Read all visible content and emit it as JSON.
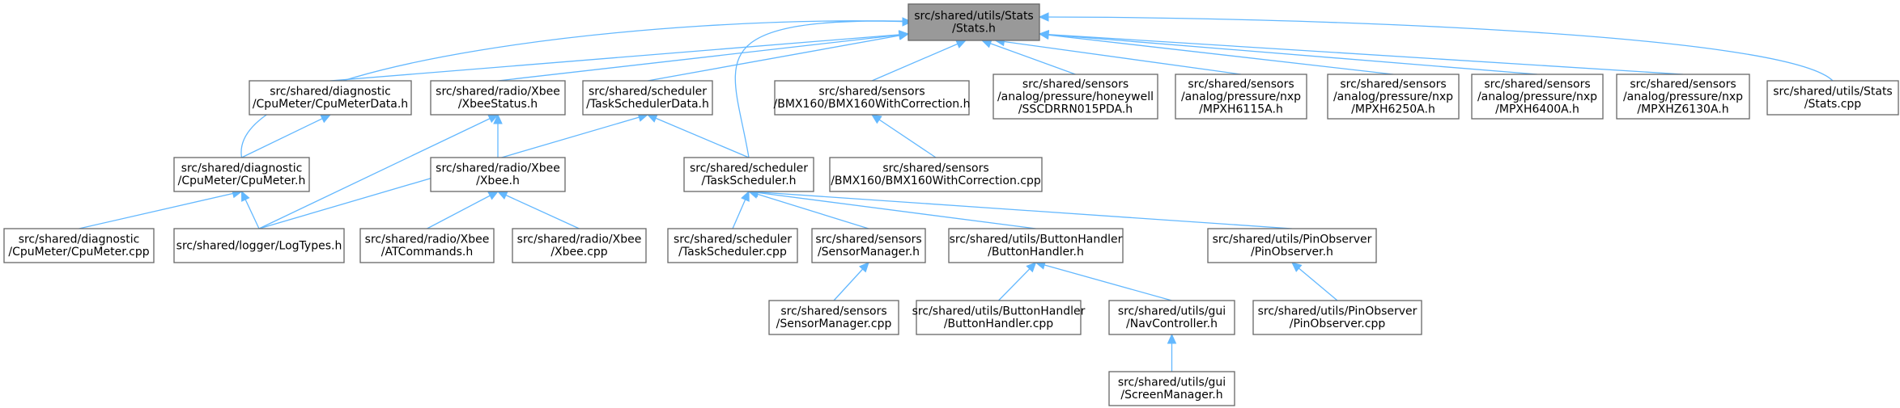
{
  "graph": {
    "root": "stats_h",
    "nodes": [
      {
        "id": "stats_h",
        "lines": [
          "src/shared/utils/Stats",
          "/Stats.h"
        ],
        "root": true
      },
      {
        "id": "cpumeterdata_h",
        "lines": [
          "src/shared/diagnostic",
          "/CpuMeter/CpuMeterData.h"
        ]
      },
      {
        "id": "xbeestatus_h",
        "lines": [
          "src/shared/radio/Xbee",
          "/XbeeStatus.h"
        ]
      },
      {
        "id": "taskschedulerdata_h",
        "lines": [
          "src/shared/scheduler",
          "/TaskSchedulerData.h"
        ]
      },
      {
        "id": "bmx160wc_h",
        "lines": [
          "src/shared/sensors",
          "/BMX160/BMX160WithCorrection.h"
        ]
      },
      {
        "id": "ssc_h",
        "lines": [
          "src/shared/sensors",
          "/analog/pressure/honeywell",
          "/SSCDRRN015PDA.h"
        ]
      },
      {
        "id": "mpxh6115a_h",
        "lines": [
          "src/shared/sensors",
          "/analog/pressure/nxp",
          "/MPXH6115A.h"
        ]
      },
      {
        "id": "mpxh6250a_h",
        "lines": [
          "src/shared/sensors",
          "/analog/pressure/nxp",
          "/MPXH6250A.h"
        ]
      },
      {
        "id": "mpxh6400a_h",
        "lines": [
          "src/shared/sensors",
          "/analog/pressure/nxp",
          "/MPXH6400A.h"
        ]
      },
      {
        "id": "mpxhz6130a_h",
        "lines": [
          "src/shared/sensors",
          "/analog/pressure/nxp",
          "/MPXHZ6130A.h"
        ]
      },
      {
        "id": "stats_cpp",
        "lines": [
          "src/shared/utils/Stats",
          "/Stats.cpp"
        ]
      },
      {
        "id": "cpumeter_h",
        "lines": [
          "src/shared/diagnostic",
          "/CpuMeter/CpuMeter.h"
        ]
      },
      {
        "id": "xbee_h",
        "lines": [
          "src/shared/radio/Xbee",
          "/Xbee.h"
        ]
      },
      {
        "id": "taskscheduler_h",
        "lines": [
          "src/shared/scheduler",
          "/TaskScheduler.h"
        ]
      },
      {
        "id": "bmx160wc_cpp",
        "lines": [
          "src/shared/sensors",
          "/BMX160/BMX160WithCorrection.cpp"
        ]
      },
      {
        "id": "cpumeter_cpp",
        "lines": [
          "src/shared/diagnostic",
          "/CpuMeter/CpuMeter.cpp"
        ]
      },
      {
        "id": "logtypes_h",
        "lines": [
          "src/shared/logger/LogTypes.h"
        ]
      },
      {
        "id": "atcommands_h",
        "lines": [
          "src/shared/radio/Xbee",
          "/ATCommands.h"
        ]
      },
      {
        "id": "xbee_cpp",
        "lines": [
          "src/shared/radio/Xbee",
          "/Xbee.cpp"
        ]
      },
      {
        "id": "taskscheduler_cpp",
        "lines": [
          "src/shared/scheduler",
          "/TaskScheduler.cpp"
        ]
      },
      {
        "id": "sensormanager_h",
        "lines": [
          "src/shared/sensors",
          "/SensorManager.h"
        ]
      },
      {
        "id": "buttonhandler_h",
        "lines": [
          "src/shared/utils/ButtonHandler",
          "/ButtonHandler.h"
        ]
      },
      {
        "id": "pinobserver_h",
        "lines": [
          "src/shared/utils/PinObserver",
          "/PinObserver.h"
        ]
      },
      {
        "id": "sensormanager_cpp",
        "lines": [
          "src/shared/sensors",
          "/SensorManager.cpp"
        ]
      },
      {
        "id": "buttonhandler_cpp",
        "lines": [
          "src/shared/utils/ButtonHandler",
          "/ButtonHandler.cpp"
        ]
      },
      {
        "id": "navcontroller_h",
        "lines": [
          "src/shared/utils/gui",
          "/NavController.h"
        ]
      },
      {
        "id": "pinobserver_cpp",
        "lines": [
          "src/shared/utils/PinObserver",
          "/PinObserver.cpp"
        ]
      },
      {
        "id": "screenmanager_h",
        "lines": [
          "src/shared/utils/gui",
          "/ScreenManager.h"
        ]
      }
    ],
    "edges": [
      {
        "from": "stats_h",
        "to": "cpumeter_h"
      },
      {
        "from": "stats_h",
        "to": "cpumeterdata_h"
      },
      {
        "from": "stats_h",
        "to": "xbeestatus_h"
      },
      {
        "from": "stats_h",
        "to": "taskschedulerdata_h"
      },
      {
        "from": "stats_h",
        "to": "taskscheduler_h"
      },
      {
        "from": "stats_h",
        "to": "bmx160wc_h"
      },
      {
        "from": "stats_h",
        "to": "ssc_h"
      },
      {
        "from": "stats_h",
        "to": "mpxh6115a_h"
      },
      {
        "from": "stats_h",
        "to": "mpxh6250a_h"
      },
      {
        "from": "stats_h",
        "to": "mpxh6400a_h"
      },
      {
        "from": "stats_h",
        "to": "mpxhz6130a_h"
      },
      {
        "from": "stats_h",
        "to": "stats_cpp"
      },
      {
        "from": "cpumeterdata_h",
        "to": "cpumeter_h"
      },
      {
        "from": "cpumeter_h",
        "to": "cpumeter_cpp"
      },
      {
        "from": "cpumeter_h",
        "to": "logtypes_h"
      },
      {
        "from": "xbeestatus_h",
        "to": "logtypes_h"
      },
      {
        "from": "xbeestatus_h",
        "to": "xbee_h"
      },
      {
        "from": "taskschedulerdata_h",
        "to": "logtypes_h"
      },
      {
        "from": "taskschedulerdata_h",
        "to": "taskscheduler_h"
      },
      {
        "from": "xbee_h",
        "to": "atcommands_h"
      },
      {
        "from": "xbee_h",
        "to": "xbee_cpp"
      },
      {
        "from": "bmx160wc_h",
        "to": "bmx160wc_cpp"
      },
      {
        "from": "taskscheduler_h",
        "to": "taskscheduler_cpp"
      },
      {
        "from": "taskscheduler_h",
        "to": "sensormanager_h"
      },
      {
        "from": "taskscheduler_h",
        "to": "buttonhandler_h"
      },
      {
        "from": "taskscheduler_h",
        "to": "pinobserver_h"
      },
      {
        "from": "sensormanager_h",
        "to": "sensormanager_cpp"
      },
      {
        "from": "buttonhandler_h",
        "to": "buttonhandler_cpp"
      },
      {
        "from": "buttonhandler_h",
        "to": "navcontroller_h"
      },
      {
        "from": "pinobserver_h",
        "to": "pinobserver_cpp"
      },
      {
        "from": "navcontroller_h",
        "to": "screenmanager_h"
      }
    ],
    "colors": {
      "edge": "#63b8ff",
      "node_border": "#666666",
      "node_fill": "#ffffff",
      "root_fill": "#999999",
      "text": "#000000"
    }
  }
}
